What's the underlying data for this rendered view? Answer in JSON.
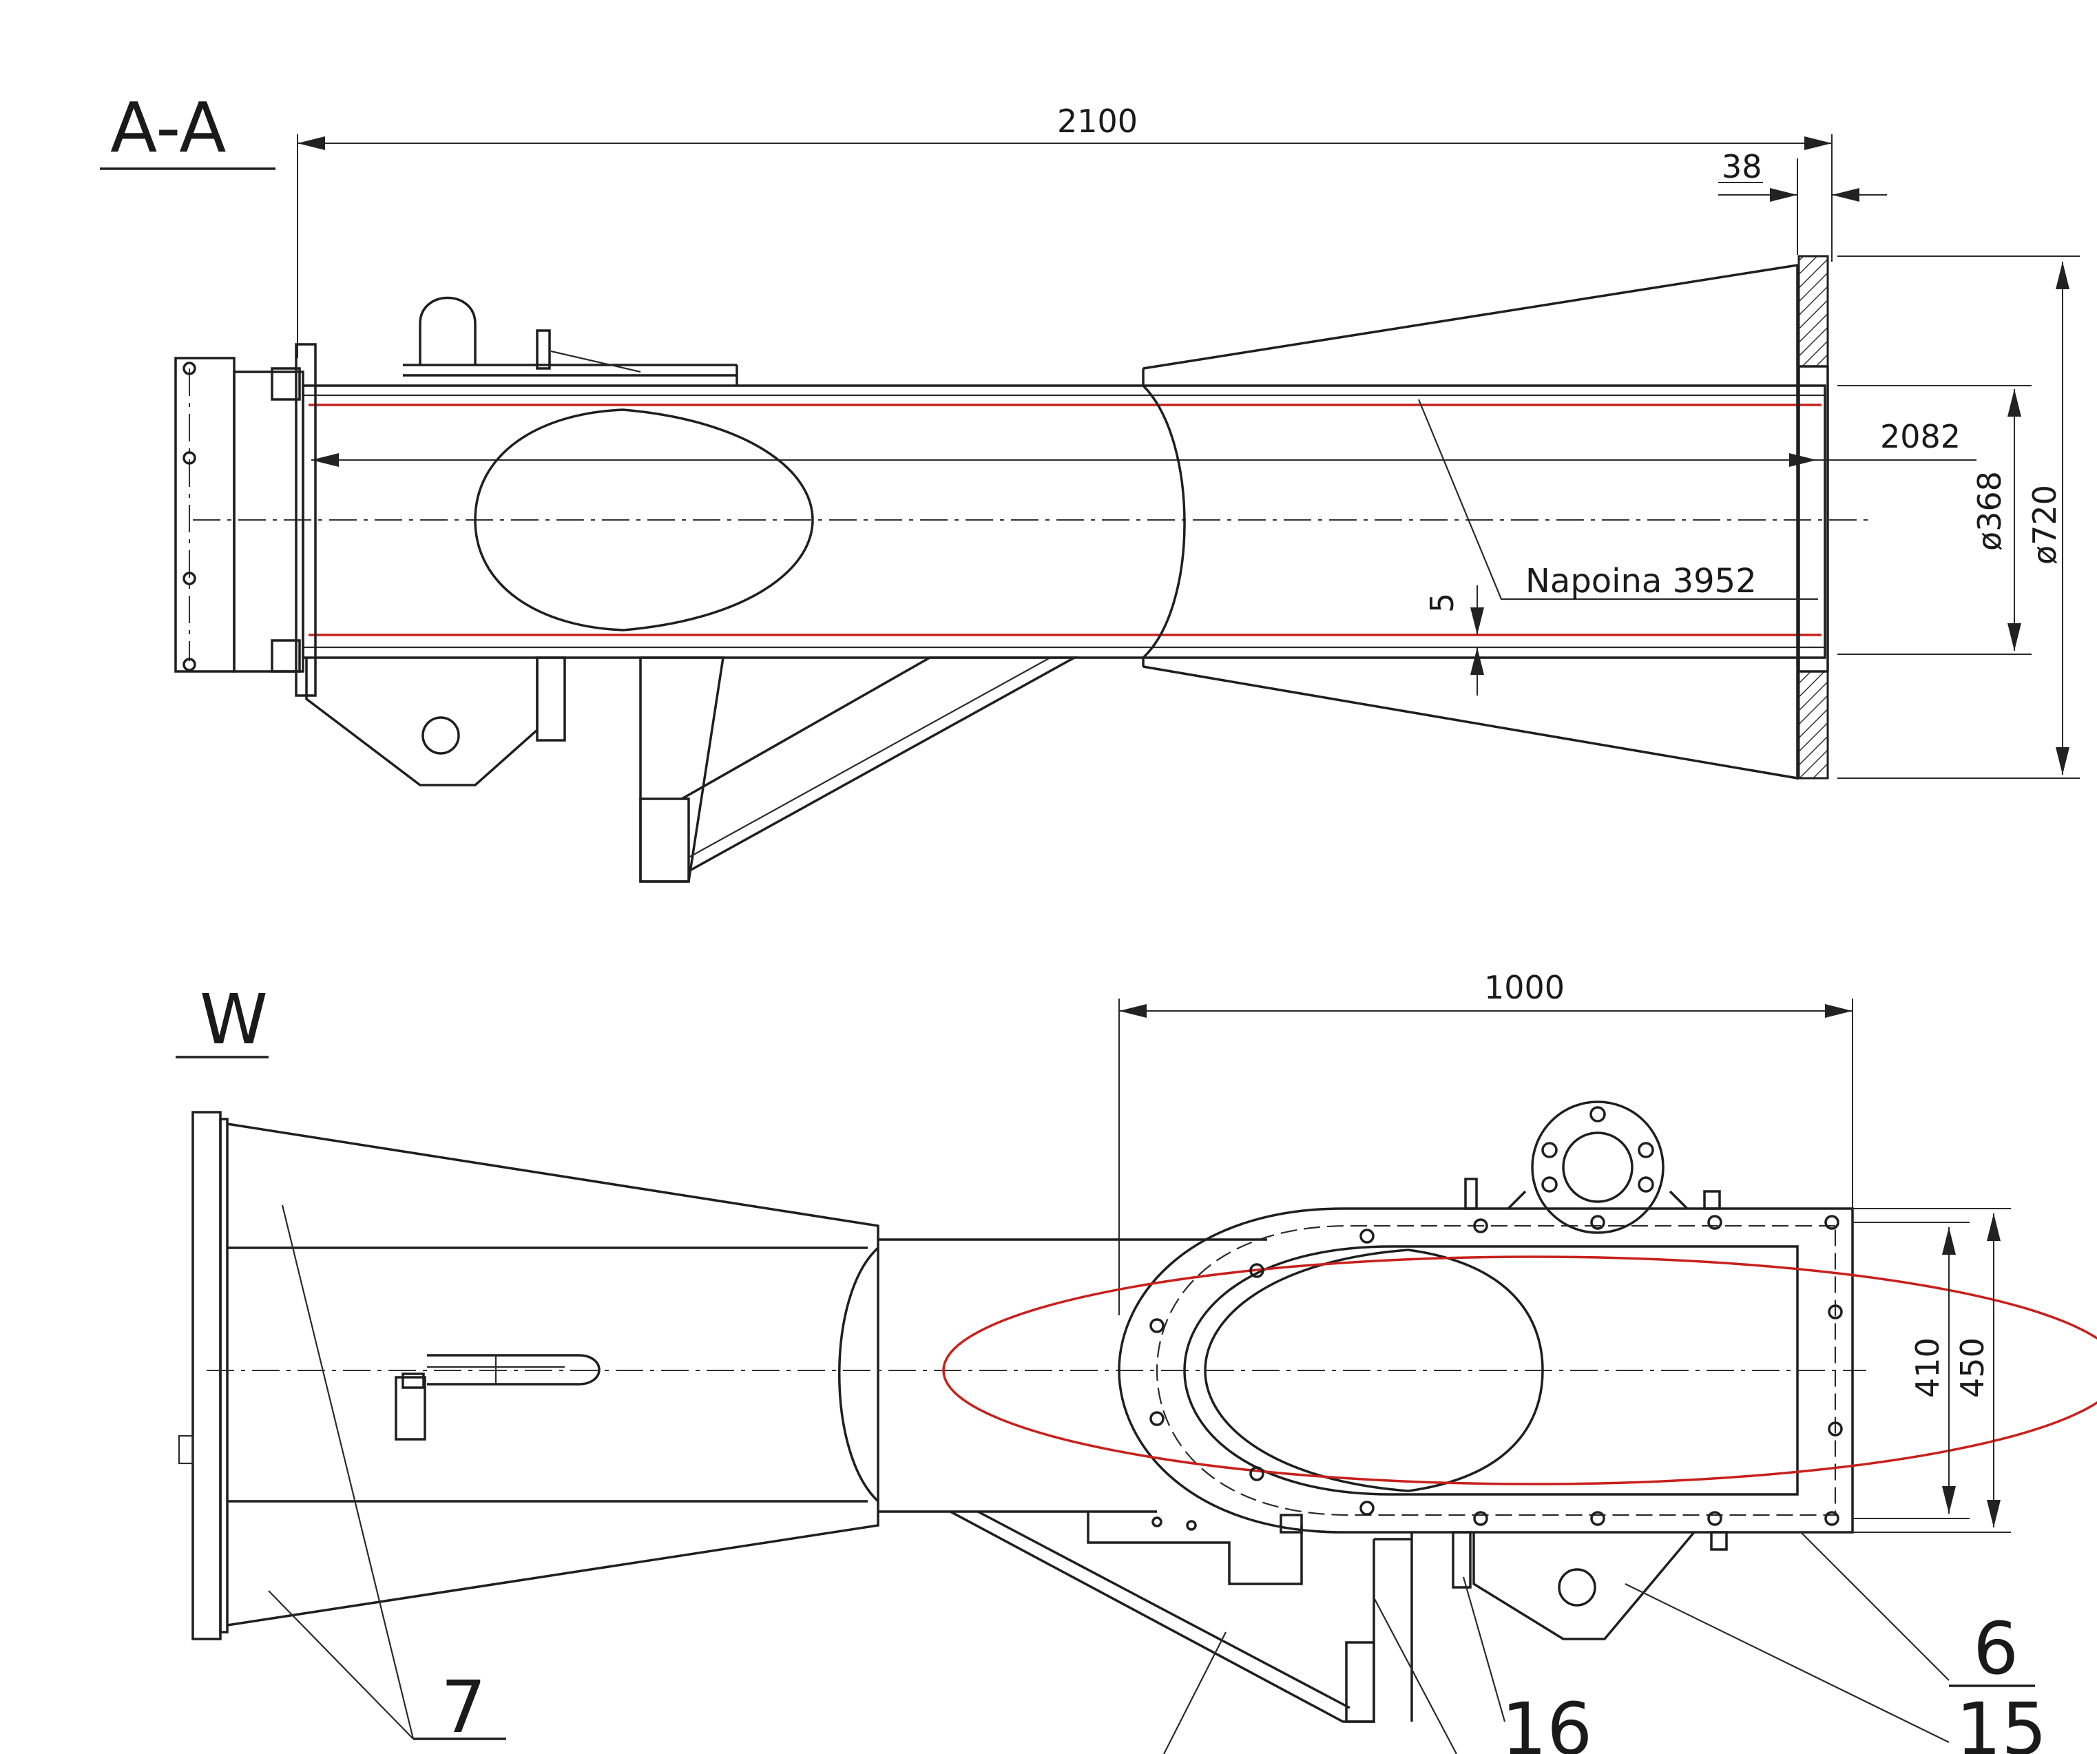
{
  "section_aa": {
    "title": "A-A",
    "dim_total": "2100",
    "dim_flange": "38",
    "dim_inner": "2082",
    "dim_d368": "ø368",
    "dim_d720": "ø720",
    "dim_wall": "5",
    "note": "Napoina 3952"
  },
  "view_w": {
    "title": "W",
    "dim_length": "1000",
    "dim_410": "410",
    "dim_450": "450",
    "callout_7": "7",
    "callout_16": "16",
    "callout_6": "6",
    "callout_15": "15"
  },
  "colors": {
    "line": "#1f1f1f",
    "highlight": "#c8201c"
  }
}
